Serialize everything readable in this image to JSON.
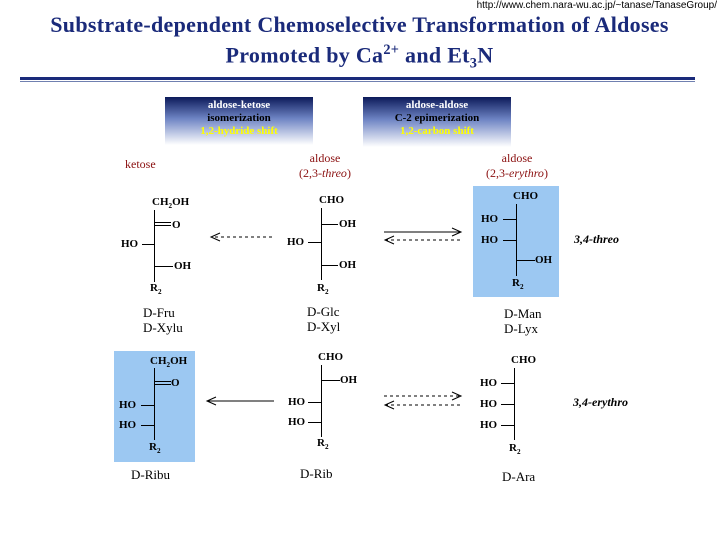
{
  "header": {
    "url": "http://www.chem.nara-wu.ac.jp/~tanase/TanaseGroup/",
    "title_line1": "Substrate-dependent Chemoselective Transformation of Aldoses",
    "title_line2_pre": "Promoted by Ca",
    "title_line2_sup": "2+",
    "title_line2_mid": " and Et",
    "title_line2_sub": "3",
    "title_line2_post": "N"
  },
  "boxes": {
    "left": {
      "line1": "aldose-ketose",
      "line2": "isomerization",
      "line3": "1,2-hydride shift"
    },
    "right": {
      "line1": "aldose-aldose",
      "line2": "C-2 epimerization",
      "line3": "1,2-carbon shift"
    }
  },
  "columns": {
    "ketose": "ketose",
    "aldose_mid": "aldose",
    "aldose_mid_sub_pre": "(2,3-",
    "aldose_mid_sub_it": "threo",
    "aldose_mid_sub_post": ")",
    "aldose_right": "aldose",
    "aldose_right_sub_pre": "(2,3-",
    "aldose_right_sub_it": "erythro",
    "aldose_right_sub_post": ")"
  },
  "labels": {
    "ch2oh": "CH",
    "ch2oh_sub": "2",
    "ch2oh_post": "OH",
    "cho": "CHO",
    "oh": "OH",
    "ho": "HO",
    "o": "O",
    "r": "R",
    "r_sub": "2"
  },
  "names": {
    "fru": "D-Fru",
    "xylu": "D-Xylu",
    "glc": "D-Glc",
    "xyl": "D-Xyl",
    "man": "D-Man",
    "lyx": "D-Lyx",
    "ribu": "D-Ribu",
    "rib": "D-Rib",
    "ara": "D-Ara"
  },
  "row_notes": {
    "row1": "3,4-threo",
    "row2": "3,4-erythro"
  },
  "colors": {
    "title": "#1a2a7a",
    "highlight": "#9cc8f2",
    "header_text": "#8b1010",
    "box_yellow": "#ffff00"
  }
}
